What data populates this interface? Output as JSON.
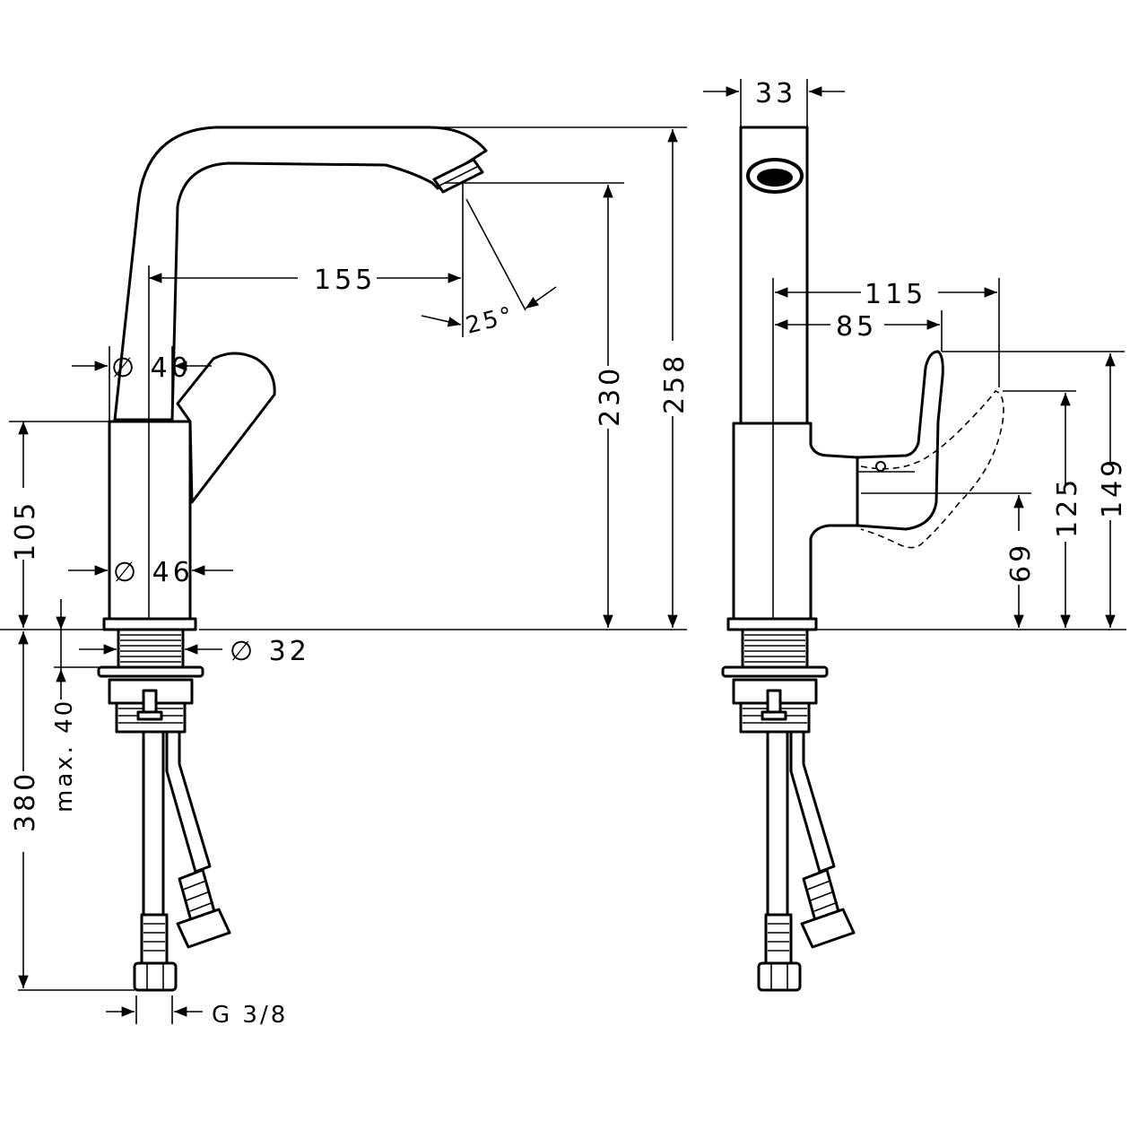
{
  "front_view": {
    "dim_spout_reach": "155",
    "dim_spout_angle": "25°",
    "dim_spout_diameter": "∅ 40",
    "dim_body_diameter": "∅ 46",
    "dim_body_height": "105",
    "dim_spout_height": "230",
    "dim_total_height": "258",
    "dim_thread_diameter": "∅ 32",
    "dim_max_thickness": "max. 40",
    "dim_hose_length": "380",
    "dim_hose_thread": "G 3/8"
  },
  "side_view": {
    "dim_spout_width": "33",
    "dim_handle_reach_open": "115",
    "dim_handle_reach": "85",
    "dim_handle_height_open": "149",
    "dim_handle_height": "125",
    "dim_handle_axis_height": "69"
  }
}
